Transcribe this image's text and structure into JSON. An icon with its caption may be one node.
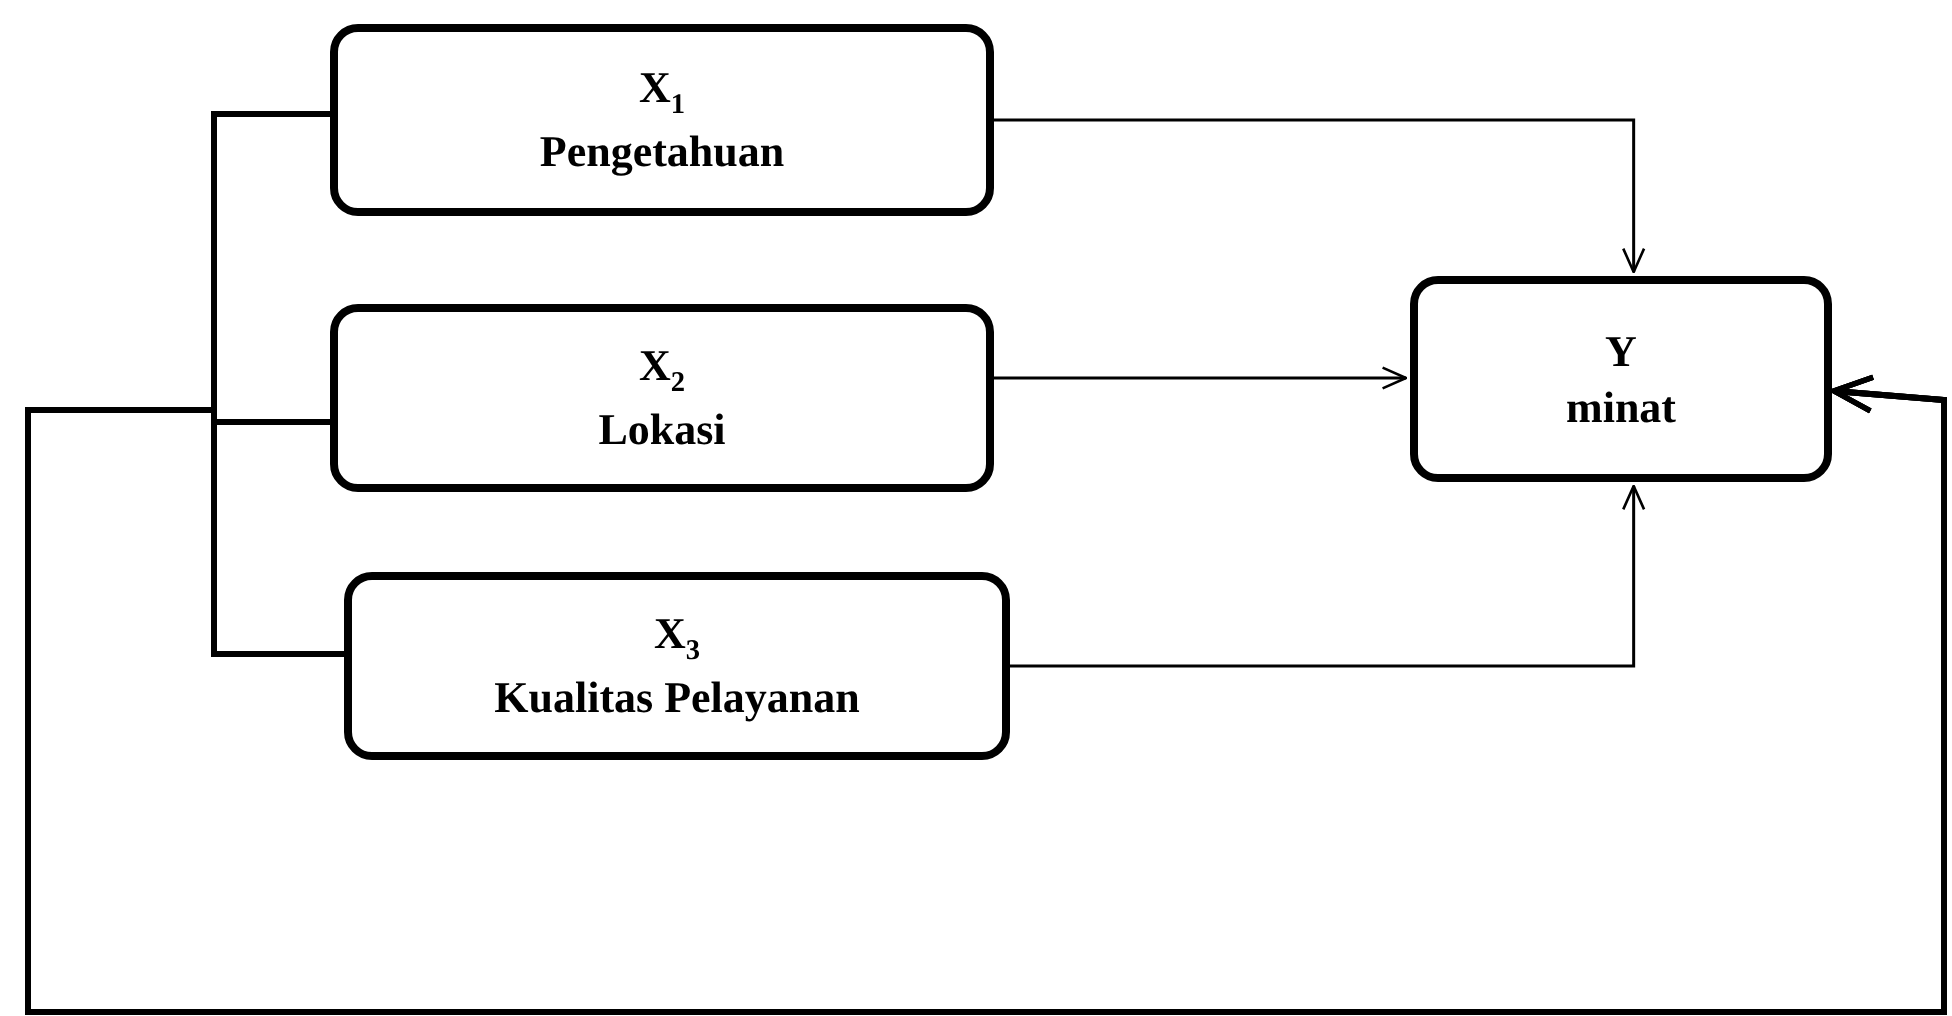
{
  "diagram": {
    "nodes": [
      {
        "text": [
          "X$_{1}$",
          "Pengetahuan"
        ]
      },
      {
        "text": [
          "X$_{2}$",
          "Lokasi"
        ]
      },
      {
        "text": [
          "X$_{3}$",
          "Kualitas Pelayanan"
        ]
      },
      {
        "text": [
          "Y",
          "minat"
        ]
      }
    ],
    "edges": [
      {
        "from": 0,
        "to": 3,
        "arrow": "to"
      },
      {
        "from": 1,
        "to": 3,
        "arrow": "to"
      },
      {
        "from": 2,
        "to": 3,
        "arrow": "to"
      },
      {
        "from": 0,
        "to": 3,
        "arrow": "to",
        "style": "thick"
      },
      {
        "from": 1,
        "to": 3,
        "arrow": "to",
        "style": "thick"
      },
      {
        "from": 2,
        "to": 3,
        "arrow": "to",
        "style": "thick"
      }
    ]
  }
}
